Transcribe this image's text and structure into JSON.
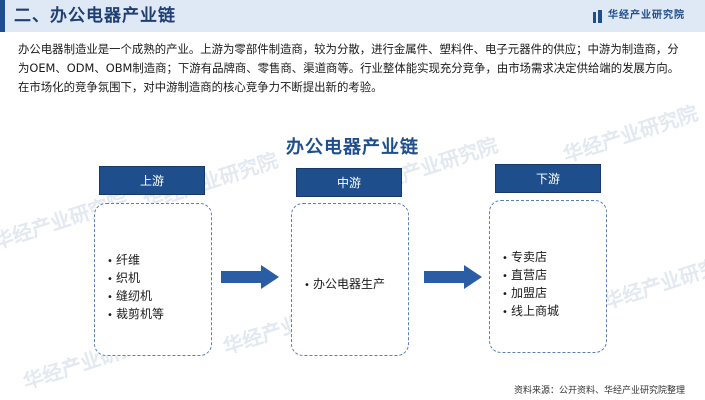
{
  "header": {
    "title": "二、办公电器产业链",
    "brand": "华经产业研究院",
    "colors": {
      "bar": "#dfe8f5",
      "accent": "#1f4e8c"
    }
  },
  "intro": "办公电器制造业是一个成熟的产业。上游为零部件制造商，较为分散，进行金属件、塑料件、电子元器件的供应；中游为制造商，分为OEM、ODM、OBM制造商；下游有品牌商、零售商、渠道商等。行业整体能实现充分竞争，由市场需求决定供给端的发展方向。在市场化的竞争氛围下，对中游制造商的核心竞争力不断提出新的考验。",
  "diagram": {
    "title": "办公电器产业链",
    "stages": [
      {
        "label": "上游",
        "items": [
          "纤维",
          "织机",
          "缝纫机",
          "裁剪机等"
        ]
      },
      {
        "label": "中游",
        "items": [
          "办公电器生产"
        ]
      },
      {
        "label": "下游",
        "items": [
          "专卖店",
          "直营店",
          "加盟店",
          "线上商城"
        ]
      }
    ],
    "colors": {
      "head": "#1f4e8c",
      "box_border": "#5a7fb5",
      "arrow": "#2a5da3"
    }
  },
  "watermark": "华经产业研究院",
  "source": "资料来源：公开资料、华经产业研究院整理"
}
